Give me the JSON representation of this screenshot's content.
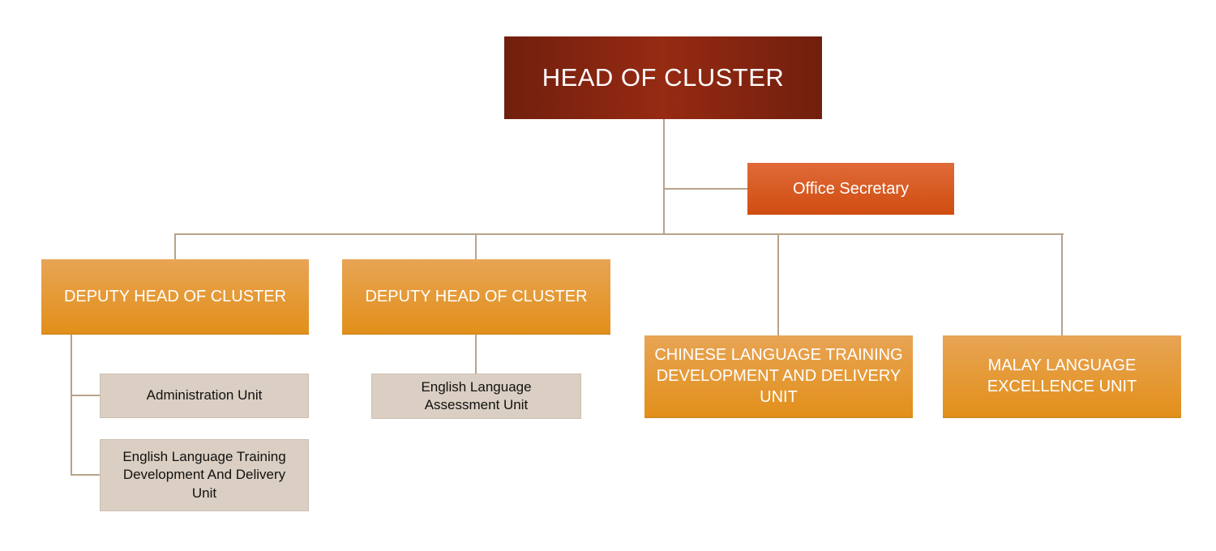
{
  "org_chart": {
    "head": "HEAD OF CLUSTER",
    "secretary": "Office Secretary",
    "deputy_1": {
      "title": "DEPUTY HEAD OF CLUSTER",
      "units": [
        "Administration Unit",
        "English Language Training Development And Delivery Unit"
      ]
    },
    "deputy_2": {
      "title": "DEPUTY HEAD OF CLUSTER",
      "units": [
        "English Language Assessment Unit"
      ]
    },
    "chinese_unit": "CHINESE LANGUAGE TRAINING DEVELOPMENT AND DELIVERY UNIT",
    "malay_unit": "MALAY LANGUAGE EXCELLENCE UNIT"
  },
  "colors": {
    "head_fill": "#8a2511",
    "secretary_fill": "#d6561c",
    "orange_fill": "#e59a2e",
    "beige_fill": "#dacfc2",
    "connector": "#b6a38a"
  }
}
